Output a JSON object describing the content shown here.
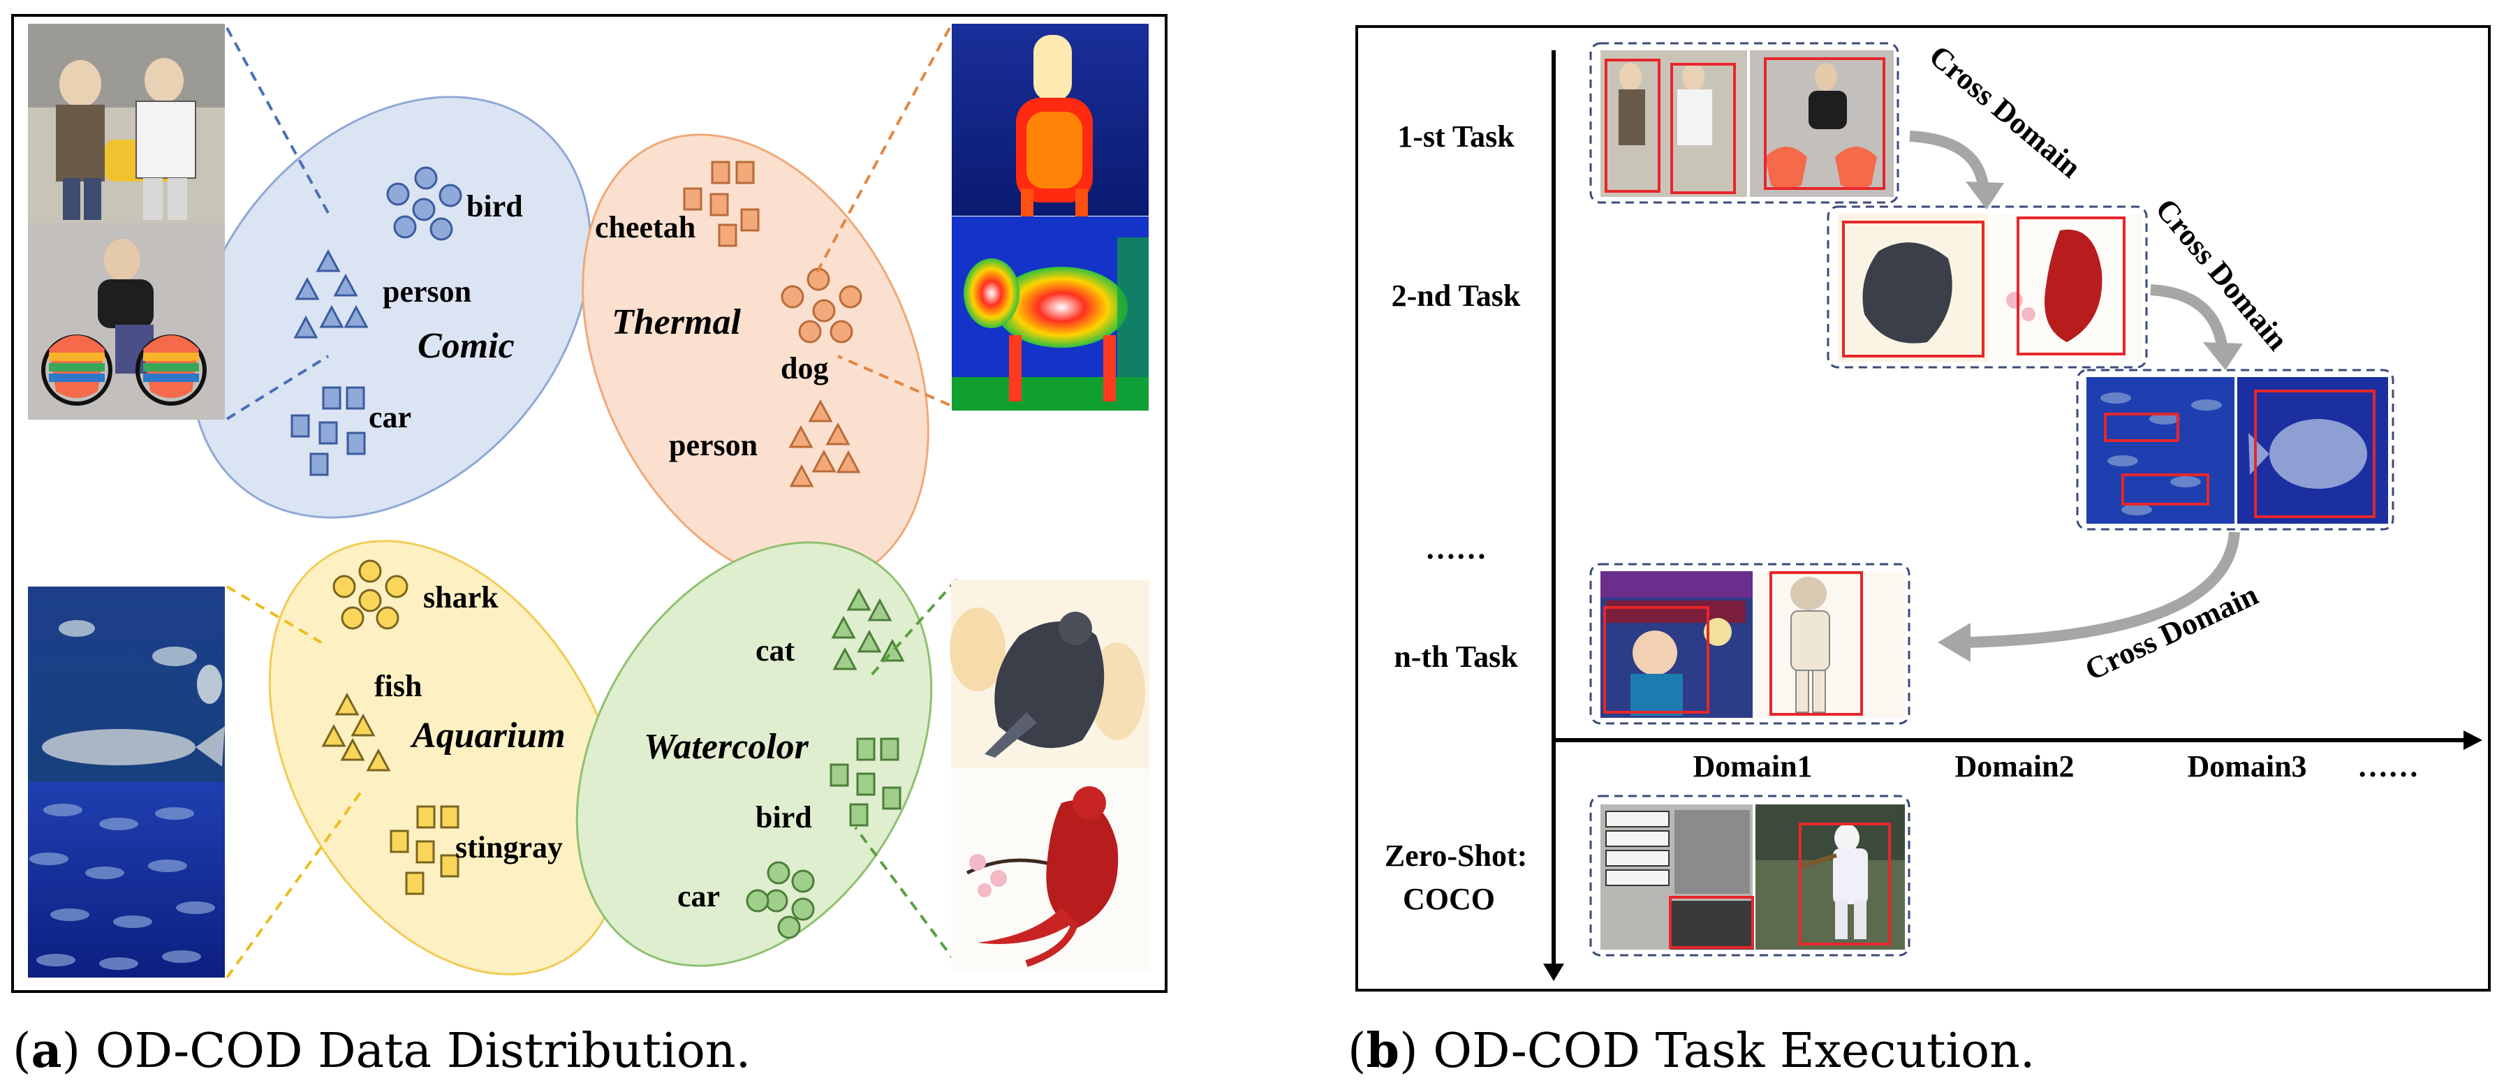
{
  "panel_a": {
    "clusters": [
      {
        "name": "Comic",
        "fill": "#dbe4f3",
        "stroke": "#8fa8d6",
        "marker_fill": "#8fa9d8",
        "marker_stroke": "#3b5ba0",
        "labels": [
          "bird",
          "person",
          "car"
        ]
      },
      {
        "name": "Thermal",
        "fill": "#fbe0cf",
        "stroke": "#f0a878",
        "marker_fill": "#f4a97a",
        "marker_stroke": "#b86c3a",
        "labels": [
          "cheetah",
          "dog",
          "person"
        ]
      },
      {
        "name": "Aquarium",
        "fill": "#fdf0c2",
        "stroke": "#f0cc55",
        "marker_fill": "#f9d65a",
        "marker_stroke": "#7a6420",
        "labels": [
          "shark",
          "fish",
          "stingray"
        ]
      },
      {
        "name": "Watercolor",
        "fill": "#dfeecf",
        "stroke": "#8fc070",
        "marker_fill": "#9fcf8a",
        "marker_stroke": "#4d7d3a",
        "labels": [
          "cat",
          "bird",
          "car"
        ]
      }
    ],
    "caption_letter": "a",
    "caption_text": " OD-COD Data Distribution."
  },
  "panel_b": {
    "tasks": [
      "1-st Task",
      "2-nd Task",
      "……",
      "n-th Task"
    ],
    "zero_shot": [
      "Zero-Shot:",
      "COCO"
    ],
    "domains": [
      "Domain1",
      "Domain2",
      "Domain3",
      "……"
    ],
    "arrow_label": "Cross Domain",
    "caption_letter": "b",
    "caption_text": " OD-COD Task Execution."
  },
  "colors": {
    "frame": "#000000",
    "box_red": "#e8262b",
    "dash_blue": "#3b4a78",
    "arrow_gray": "#a6a6a6"
  }
}
